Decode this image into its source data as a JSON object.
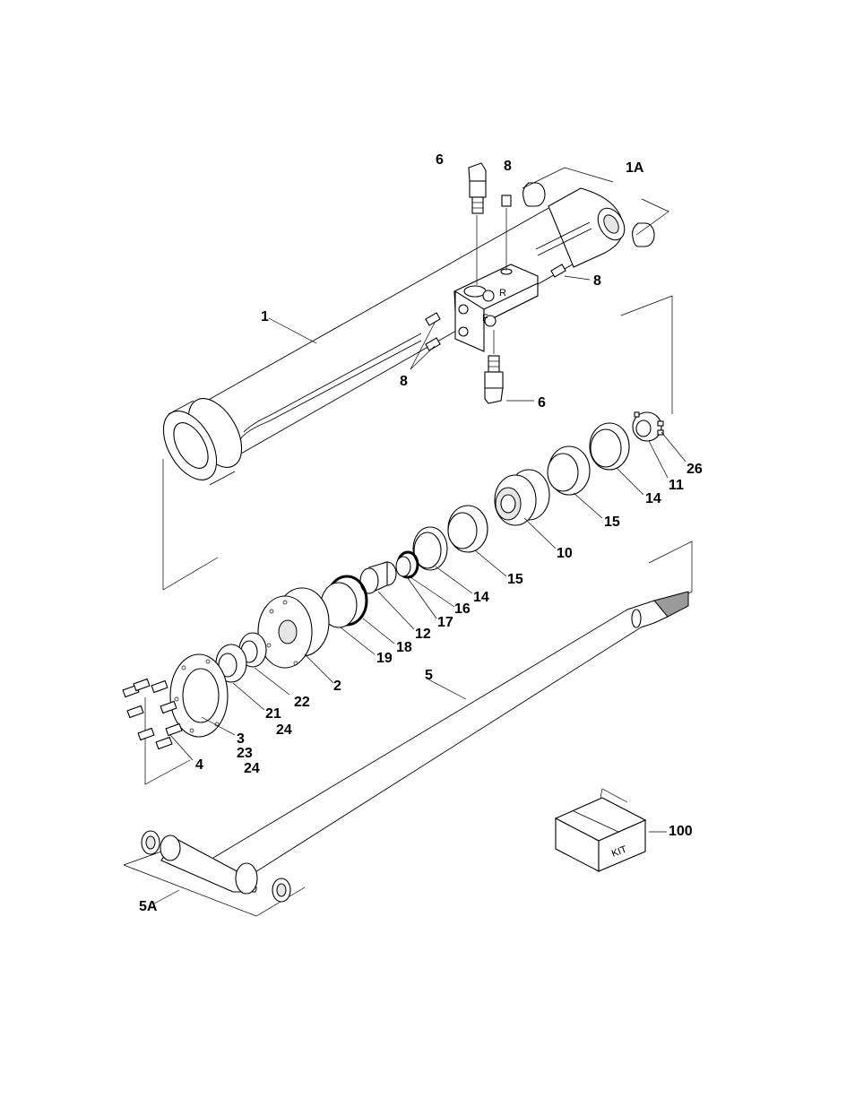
{
  "labels": {
    "p1": "1",
    "p1a": "1A",
    "p2": "2",
    "p3": "3",
    "p4": "4",
    "p5": "5",
    "p5a": "5A",
    "p6_top": "6",
    "p6_bottom": "6",
    "p8_top": "8",
    "p8_right": "8",
    "p8_left": "8",
    "p10": "10",
    "p11": "11",
    "p12": "12",
    "p14_upper": "14",
    "p14_lower": "14",
    "p15_upper": "15",
    "p15_lower": "15",
    "p16": "16",
    "p17": "17",
    "p18": "18",
    "p19": "19",
    "p21": "21",
    "p22": "22",
    "p23": "23",
    "p24_a": "24",
    "p24_b": "24",
    "p26": "26",
    "p100": "100"
  },
  "kit_text": "KIT",
  "port_letters": {
    "r": "R",
    "f": "F"
  },
  "colors": {
    "line": "#000000",
    "background": "#ffffff"
  }
}
